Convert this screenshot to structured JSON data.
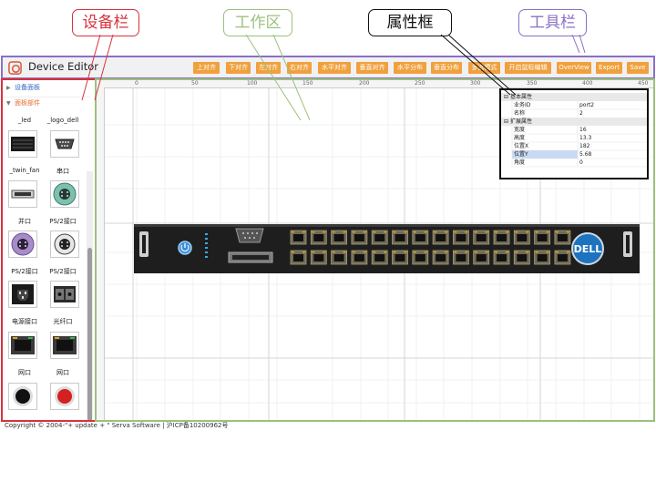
{
  "callouts": {
    "device_bar": "设备栏",
    "workarea": "工作区",
    "property_panel": "属性框",
    "toolbar": "工具栏"
  },
  "app": {
    "title": "Device Editor"
  },
  "toolbar": {
    "buttons": [
      "上对齐",
      "下对齐",
      "左对齐",
      "右对齐",
      "水平对齐",
      "垂直对齐",
      "水平分布",
      "垂直分布",
      "多选模式",
      "开启鼠标编辑",
      "OverView",
      "Export",
      "Save"
    ]
  },
  "sidebar": {
    "sections": [
      "设备面板",
      "面板部件"
    ],
    "components": [
      {
        "label": "_led",
        "icon": "led-icon"
      },
      {
        "label": "_logo_dell",
        "icon": "serial-port-icon"
      },
      {
        "label": "_twin_fan",
        "icon": "twin-fan-icon"
      },
      {
        "label": "串口",
        "icon": "serial-port-icon"
      },
      {
        "label": "并口",
        "icon": "parallel-port-icon"
      },
      {
        "label": "PS/2接口",
        "icon": "ps2-green-icon"
      },
      {
        "label": "PS/2接口",
        "icon": "ps2-purple-icon"
      },
      {
        "label": "PS/2接口",
        "icon": "ps2-gray-icon"
      },
      {
        "label": "电源接口",
        "icon": "power-socket-icon"
      },
      {
        "label": "光纤口",
        "icon": "fiber-port-icon"
      },
      {
        "label": "网口",
        "icon": "ethernet-port-icon"
      },
      {
        "label": "网口",
        "icon": "ethernet-port-icon"
      },
      {
        "label": "",
        "icon": "black-button-icon"
      },
      {
        "label": "",
        "icon": "red-button-icon"
      }
    ]
  },
  "ruler": {
    "ticks": [
      "0",
      "50",
      "100",
      "150",
      "200",
      "250",
      "300",
      "350",
      "400",
      "450"
    ]
  },
  "properties": {
    "groups": [
      {
        "title": "基本属性",
        "rows": [
          {
            "key": "业务ID",
            "value": "port2"
          },
          {
            "key": "名称",
            "value": "2"
          }
        ]
      },
      {
        "title": "扩展属性",
        "rows": [
          {
            "key": "宽度",
            "value": "16"
          },
          {
            "key": "高度",
            "value": "13.3"
          },
          {
            "key": "位置X",
            "value": "182"
          },
          {
            "key": "位置Y",
            "value": "5.68"
          },
          {
            "key": "角度",
            "value": "0"
          }
        ]
      }
    ]
  },
  "footer": {
    "text": "Copyright © 2004-\"+ update + \" Serva Software | 沪ICP备10200962号"
  },
  "colors": {
    "toolbar_button": "#f0a03c",
    "device_bar_border": "#d8323c",
    "workarea_border": "#9cc17e",
    "toolbar_border": "#8a70c4",
    "panel_border": "#111111"
  }
}
